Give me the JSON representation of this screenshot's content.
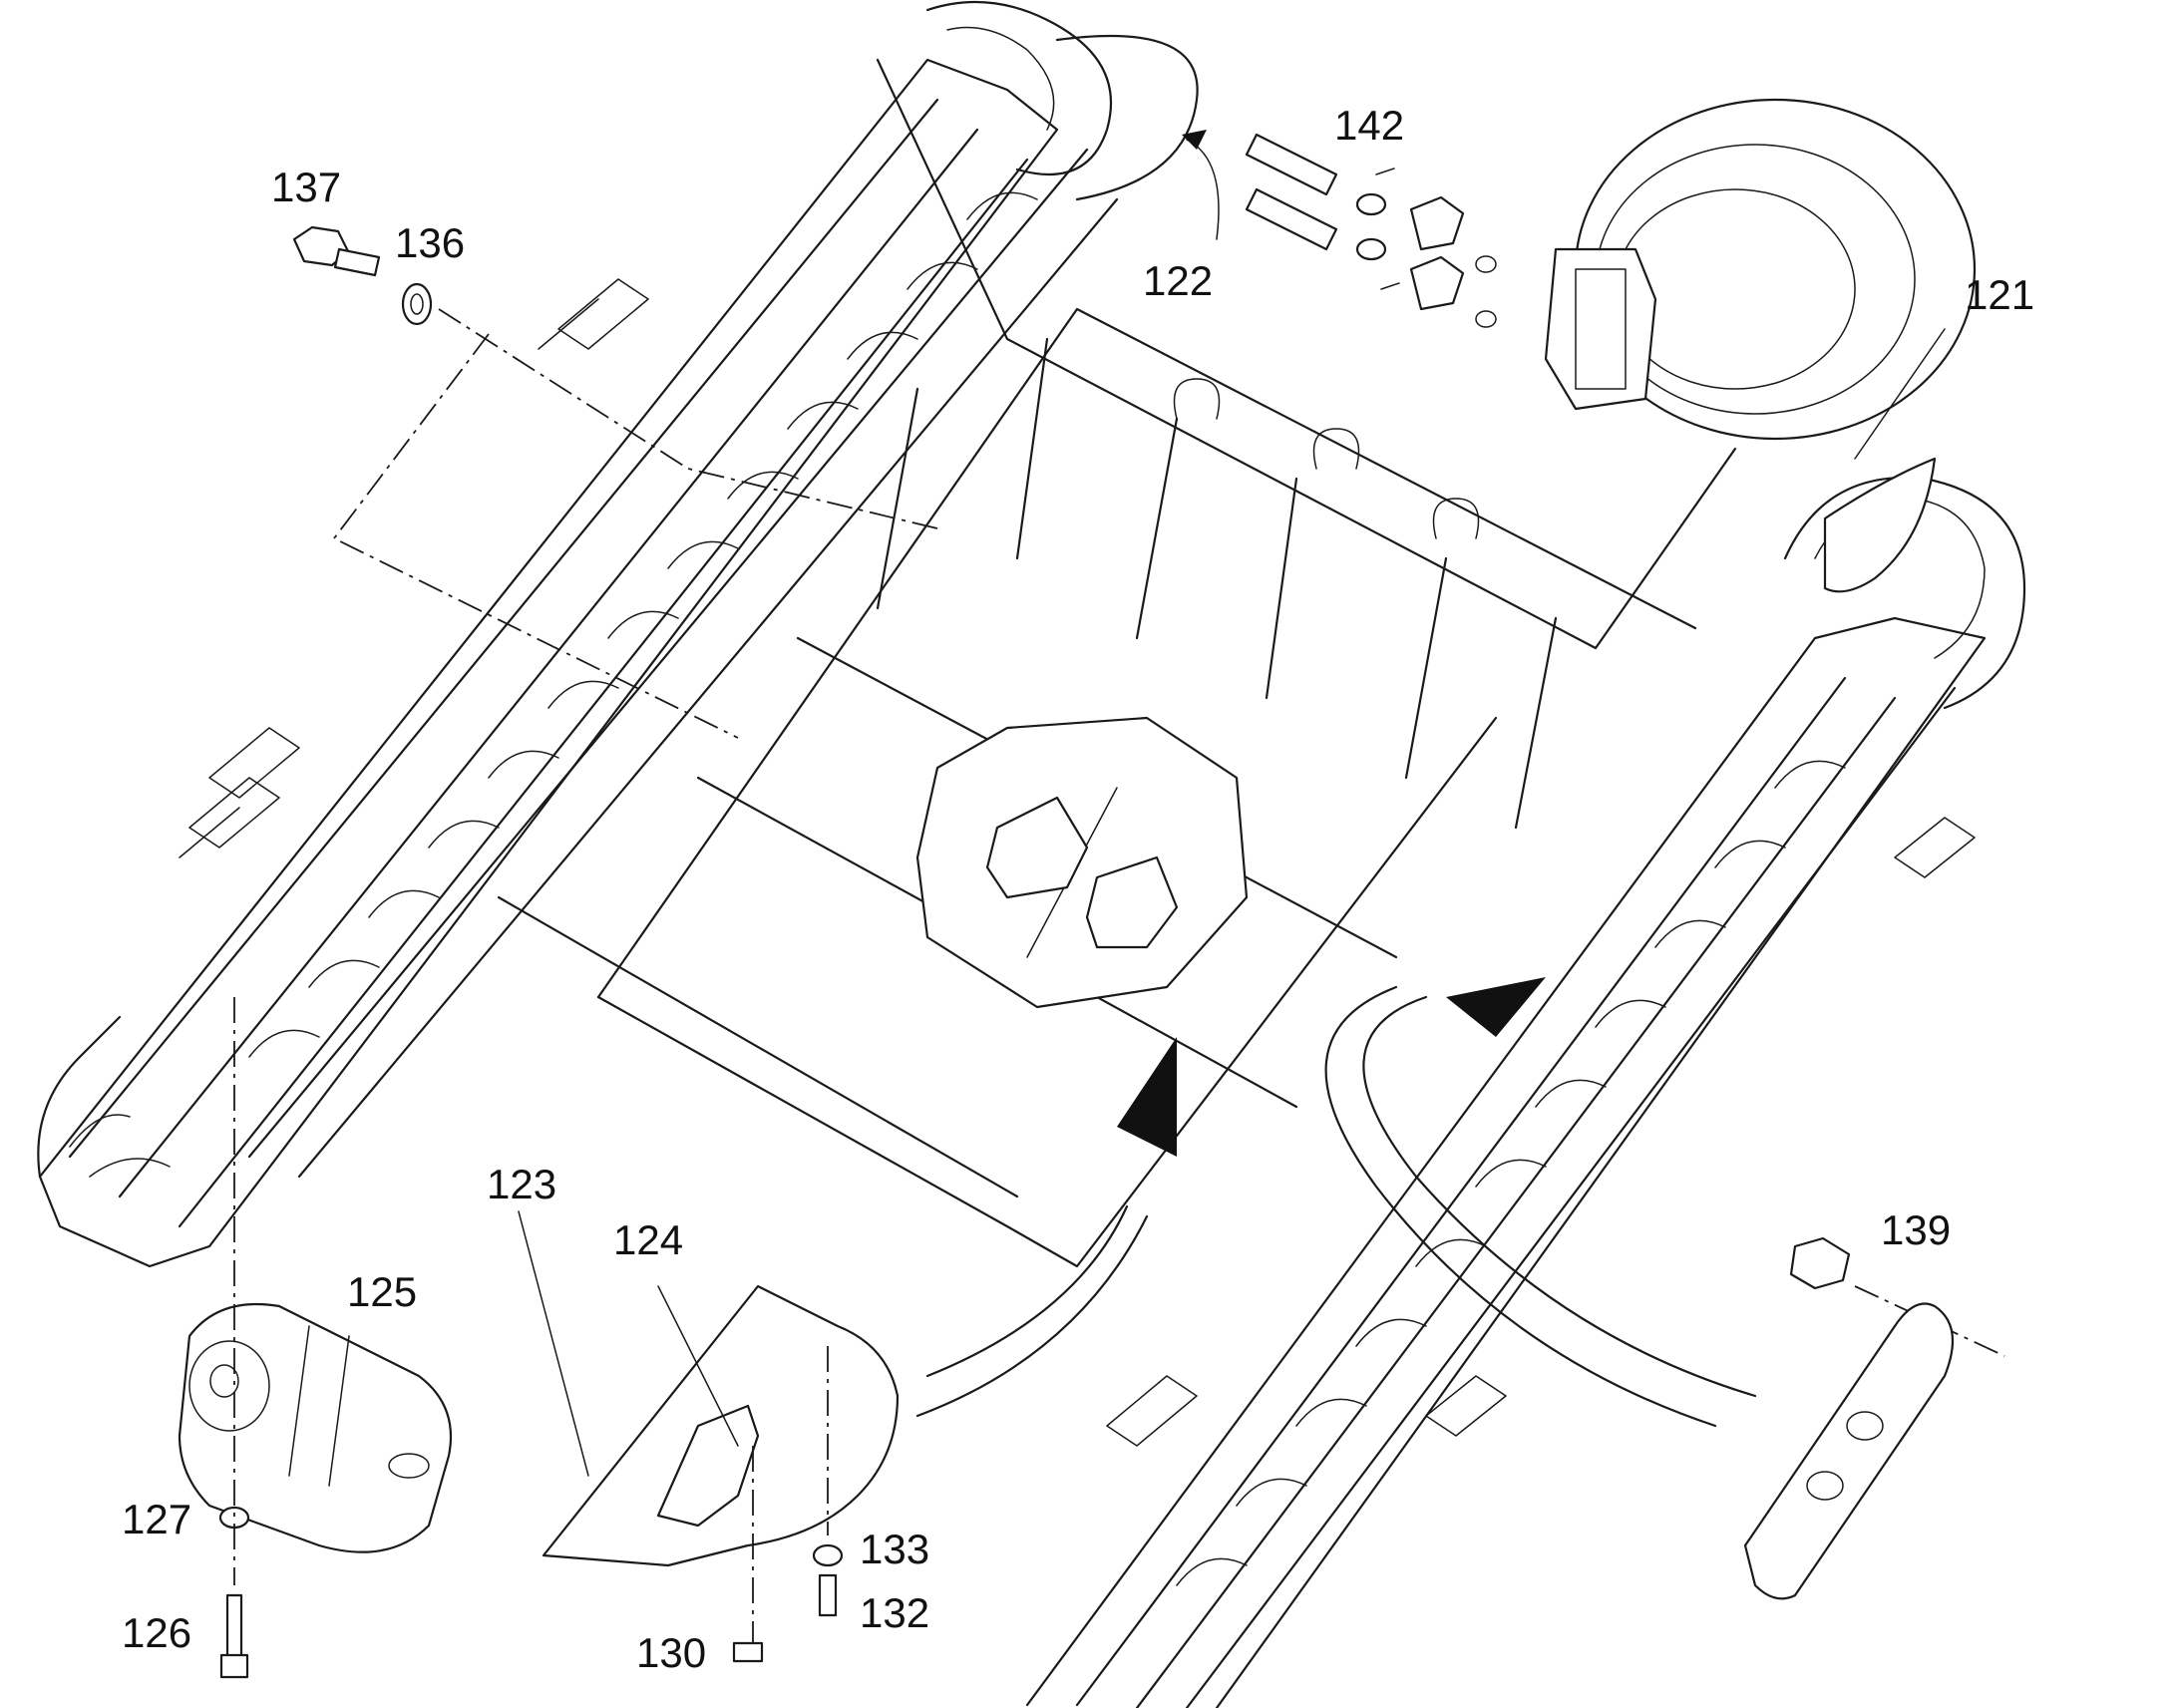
{
  "callouts": [
    {
      "key": "c121",
      "text": "121"
    },
    {
      "key": "c122",
      "text": "122"
    },
    {
      "key": "c123",
      "text": "123"
    },
    {
      "key": "c124",
      "text": "124"
    },
    {
      "key": "c125",
      "text": "125"
    },
    {
      "key": "c126",
      "text": "126"
    },
    {
      "key": "c127",
      "text": "127"
    },
    {
      "key": "c130",
      "text": "130"
    },
    {
      "key": "c132",
      "text": "132"
    },
    {
      "key": "c133",
      "text": "133"
    },
    {
      "key": "c136",
      "text": "136"
    },
    {
      "key": "c137",
      "text": "137"
    },
    {
      "key": "c139",
      "text": "139"
    },
    {
      "key": "c142",
      "text": "142"
    }
  ],
  "colors": {
    "ink": "#1a1a1a",
    "paper": "#ffffff"
  }
}
